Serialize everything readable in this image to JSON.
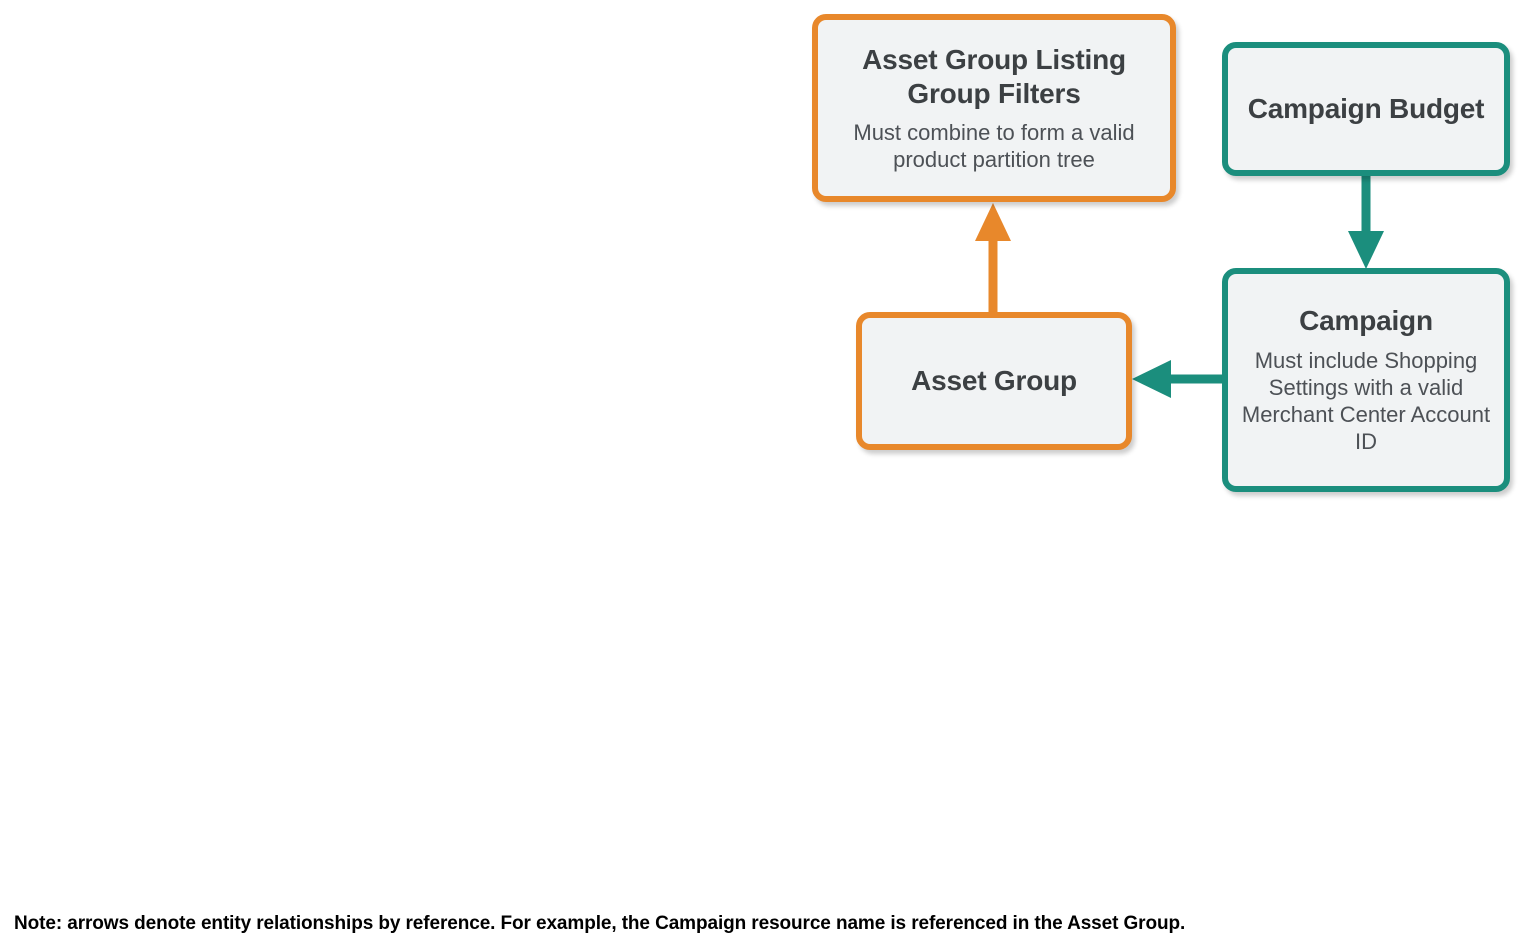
{
  "diagram": {
    "type": "entity-relationship",
    "colors": {
      "orange": "#E8882B",
      "teal": "#1B8E7D",
      "node_fill": "#F1F3F4",
      "title_text": "#3C4043",
      "body_text": "#4D5156",
      "background": "#FFFFFF"
    },
    "nodes": [
      {
        "id": "asset-group-listing-group-filters",
        "title": "Asset Group Listing Group Filters",
        "description": "Must combine to form a valid product partition tree",
        "accent": "orange"
      },
      {
        "id": "campaign-budget",
        "title": "Campaign Budget",
        "description": "",
        "accent": "teal"
      },
      {
        "id": "asset-group",
        "title": "Asset Group",
        "description": "",
        "accent": "orange"
      },
      {
        "id": "campaign",
        "title": "Campaign",
        "description": "Must include Shopping Settings with a valid Merchant Center Account ID",
        "accent": "teal"
      }
    ],
    "edges": [
      {
        "id": "asset-group-to-listing-group-filters",
        "from": "asset-group",
        "to": "asset-group-listing-group-filters",
        "direction": "up",
        "accent": "orange"
      },
      {
        "id": "campaign-budget-to-campaign",
        "from": "campaign-budget",
        "to": "campaign",
        "direction": "down",
        "accent": "teal"
      },
      {
        "id": "campaign-to-asset-group",
        "from": "campaign",
        "to": "asset-group",
        "direction": "left",
        "accent": "teal"
      }
    ],
    "note": "Note: arrows denote entity relationships by reference. For example, the Campaign resource name is referenced in the Asset Group."
  }
}
